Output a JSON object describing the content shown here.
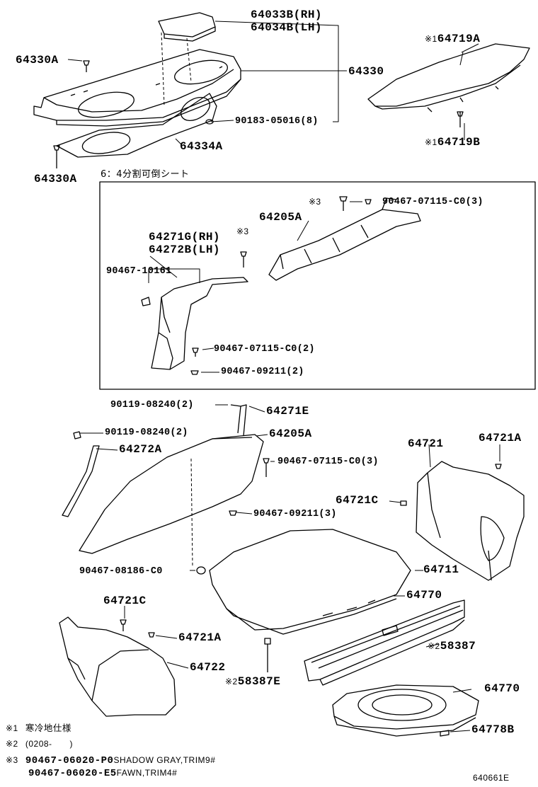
{
  "parts": {
    "p64033B": "64033B(RH)",
    "p64034B": "64034B(LH)",
    "p64330A_top": "64330A",
    "p64330": "64330",
    "p90183": "90183-05016(8)",
    "p64334A": "64334A",
    "p64330A_bot": "64330A",
    "p64719A": "64719A",
    "p64719B": "64719B",
    "mark1_a": "※1",
    "mark1_b": "※1",
    "inset_title": "6：4分割可倒シート",
    "mark3_a": "※3",
    "p90467_07115_a": "90467-07115-C0(3)",
    "p64205A_a": "64205A",
    "mark3_b": "※3",
    "p64271G": "64271G(RH)",
    "p64272B": "64272B(LH)",
    "p90467_10161": "90467-10161",
    "p90467_07115_b": "90467-07115-C0(2)",
    "p90467_09211_a": "90467-09211(2)",
    "p90119_a": "90119-08240(2)",
    "p64271E": "64271E",
    "p90119_b": "90119-08240(2)",
    "p64205A_b": "64205A",
    "p64272A": "64272A",
    "p90467_07115_c": "90467-07115-C0(3)",
    "p64721": "64721",
    "p64721A_a": "64721A",
    "p64721C_a": "64721C",
    "p90467_09211_b": "90467-09211(3)",
    "p90467_08186": "90467-08186-C0",
    "p64711": "64711",
    "p64770_a": "64770",
    "p64721C_b": "64721C",
    "p64721A_b": "64721A",
    "p64722": "64722",
    "p58387": "58387",
    "mark2_a": "※2",
    "p58387E": "58387E",
    "mark2_b": "※2",
    "p64770_b": "64770",
    "p64778B": "64778B"
  },
  "footnotes": {
    "n1_mark": "※1",
    "n1_text": "寒冷地仕様",
    "n2_mark": "※2",
    "n2_text": "(0208-　　)",
    "n3_mark": "※3",
    "n3_code1": "90467-06020-P0",
    "n3_desc1": "SHADOW GRAY,TRIM9#",
    "n3_code2": "90467-06020-E5",
    "n3_desc2": "FAWN,TRIM4#"
  },
  "ref_number": "640661E"
}
